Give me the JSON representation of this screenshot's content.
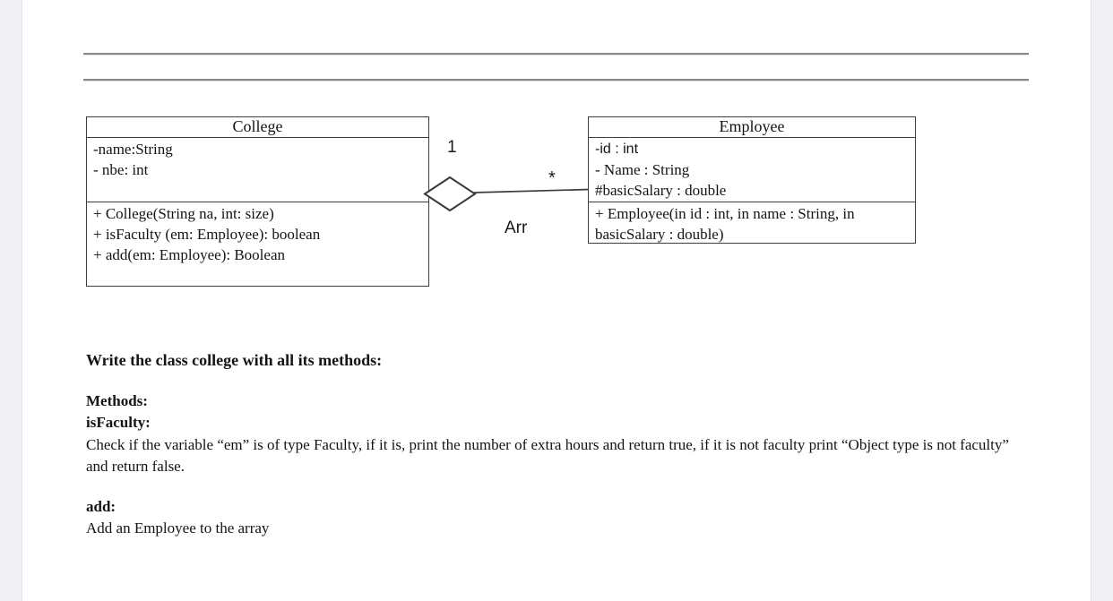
{
  "diagram": {
    "college": {
      "title": "College",
      "attributes": [
        "-name:String",
        "- nbe: int"
      ],
      "methods": [
        "+ College(String na, int: size)",
        "+ isFaculty (em: Employee): boolean",
        "+ add(em: Employee): Boolean"
      ]
    },
    "employee": {
      "title": "Employee",
      "attributes": [
        "-id : int",
        "- Name : String",
        "#basicSalary : double"
      ],
      "methods": [
        "+ Employee(in id : int, in name : String, in basicSalary : double)"
      ]
    },
    "association": {
      "type": "aggregation",
      "college_multiplicity": "1",
      "employee_multiplicity": "*",
      "name": "Arr"
    }
  },
  "document": {
    "heading": "Write the class college with all its methods:",
    "methods_label": "Methods:",
    "isfaculty_label": "isFaculty:",
    "isfaculty_text": "Check if the variable “em” is of type Faculty, if it is, print the number of extra hours and return true, if it is not faculty print “Object type is not faculty” and return false.",
    "add_label": "add:",
    "add_text": "Add an Employee to the array"
  },
  "colors": {
    "box_border": "#3d3d3d",
    "rule_gray": "#878787",
    "viewer_margin": "#f0f0f5",
    "text": "#141414"
  }
}
